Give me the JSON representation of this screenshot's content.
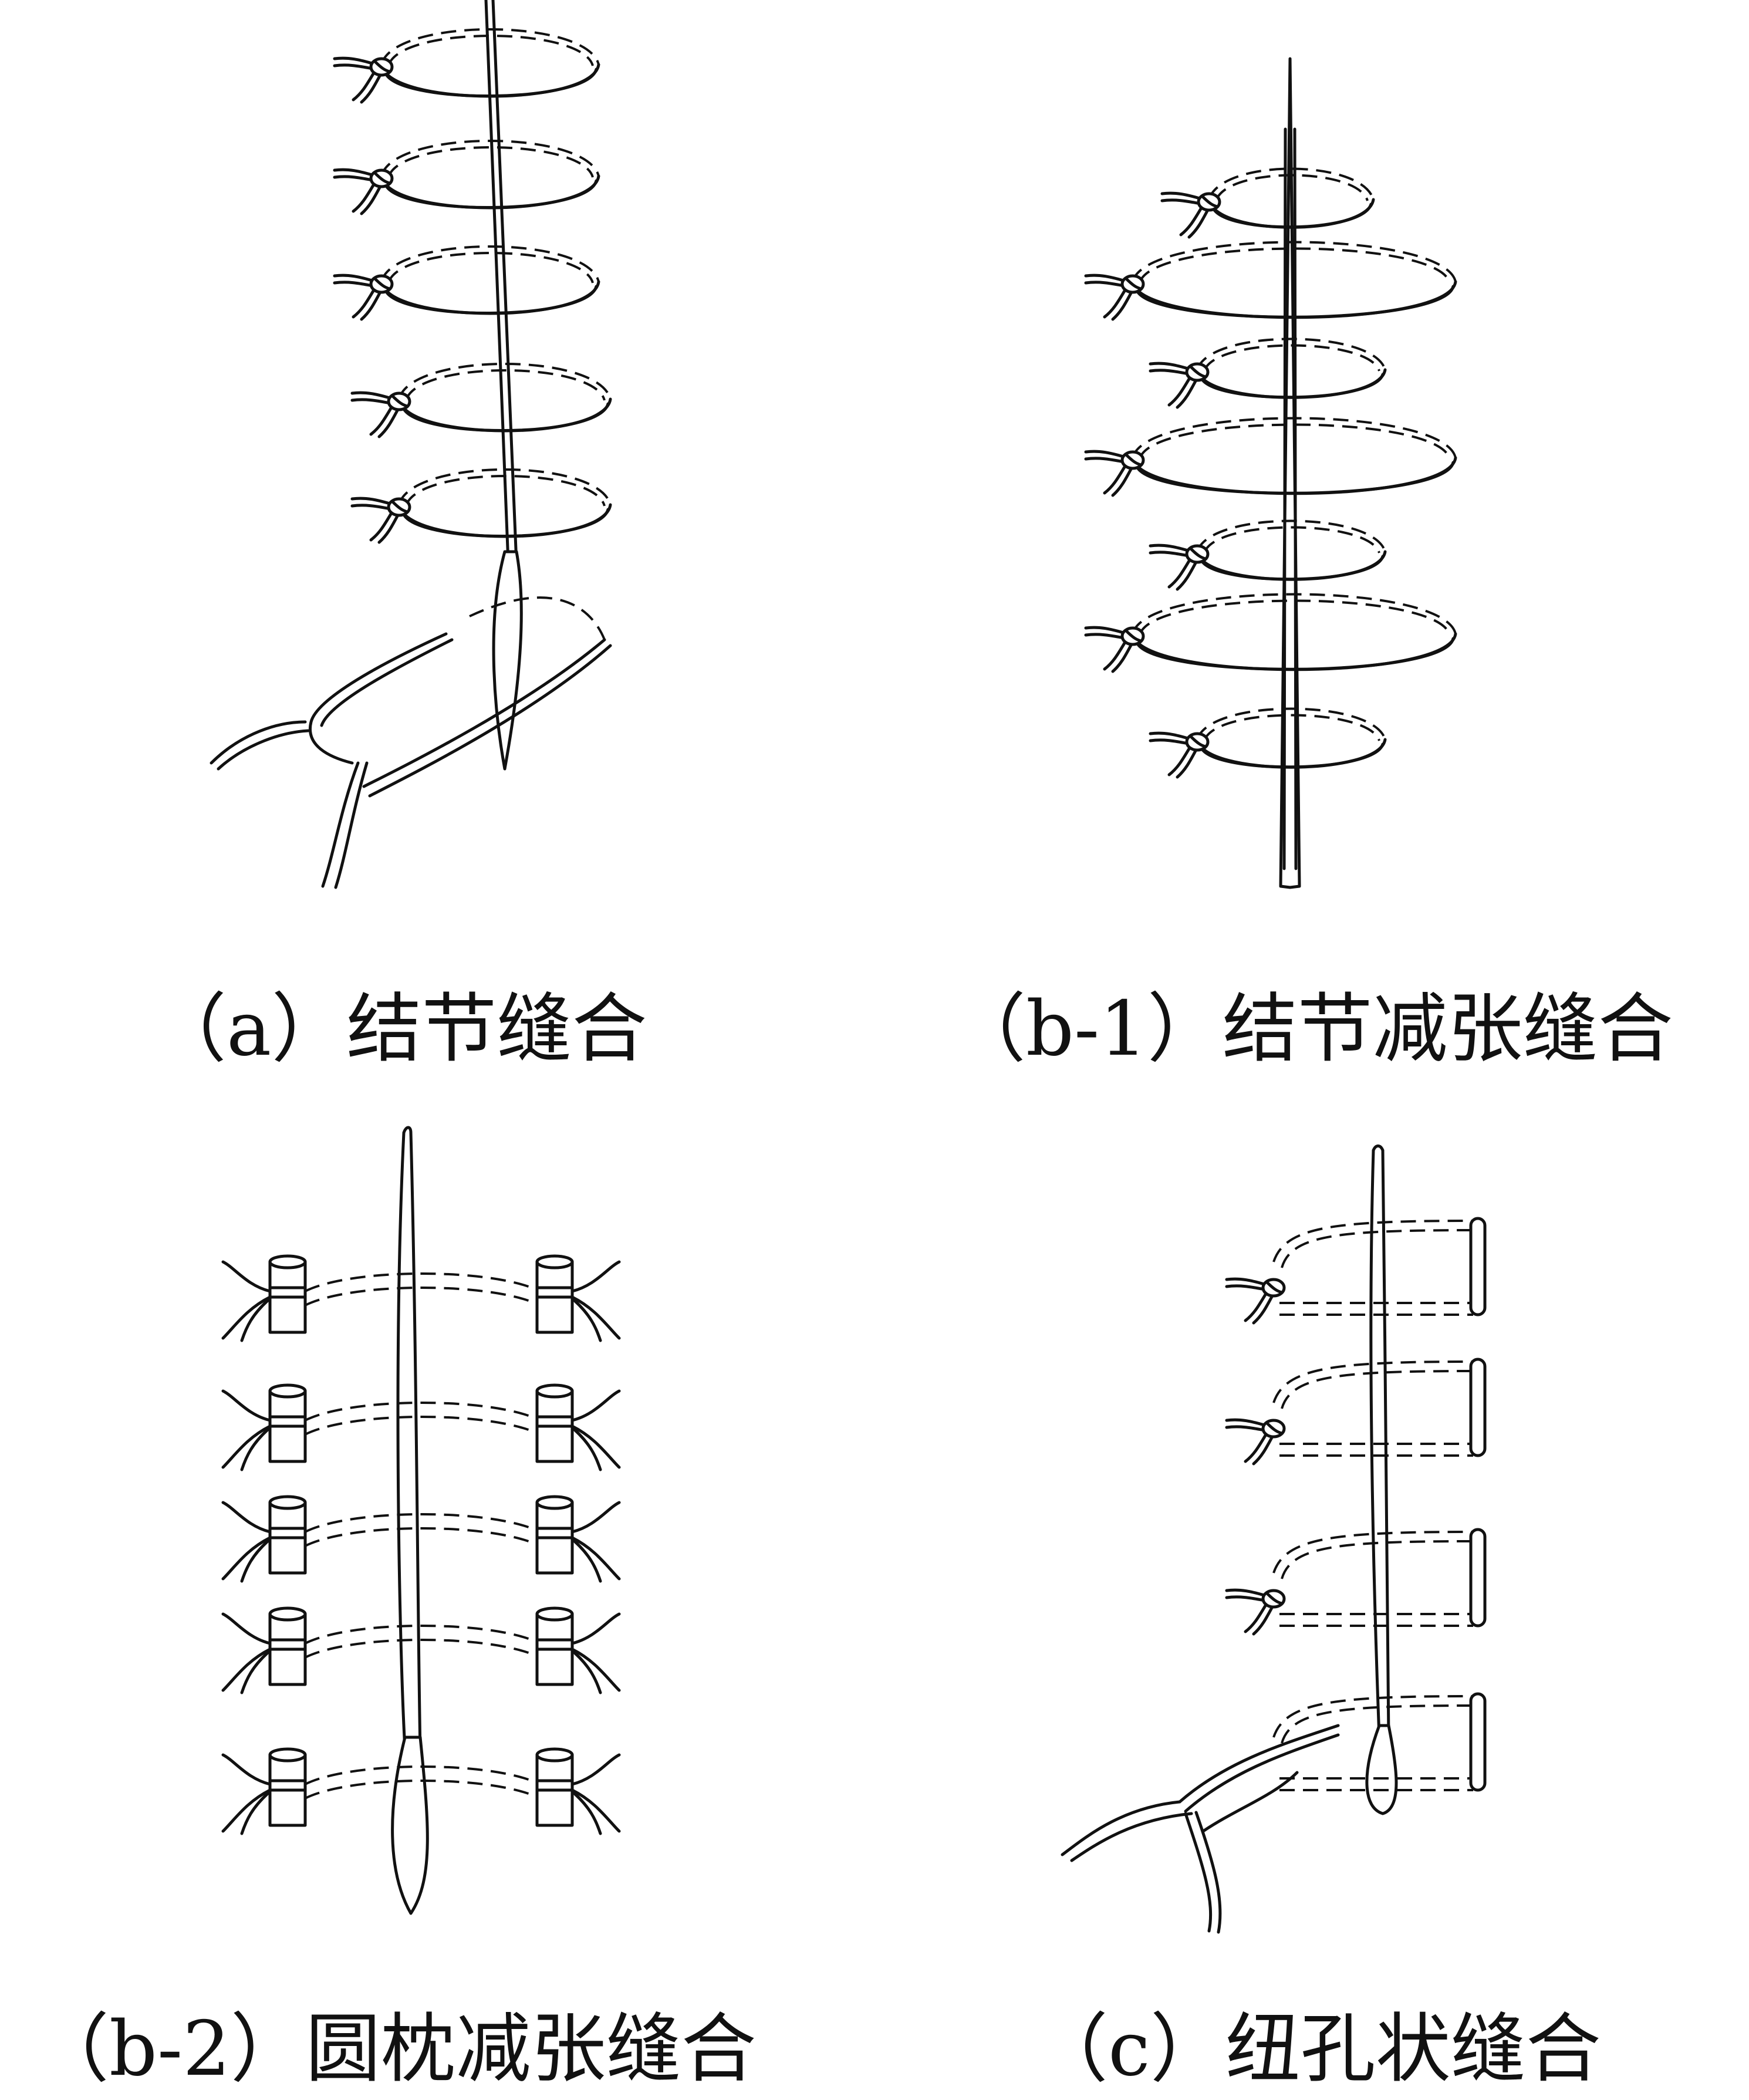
{
  "panels": [
    {
      "id": "a",
      "caption": "（a）结节缝合"
    },
    {
      "id": "b1",
      "caption": "（b-1）结节减张缝合"
    },
    {
      "id": "b2",
      "caption": "（b-2）圆枕减张缝合"
    },
    {
      "id": "c",
      "caption": "（c）纽孔状缝合"
    }
  ]
}
